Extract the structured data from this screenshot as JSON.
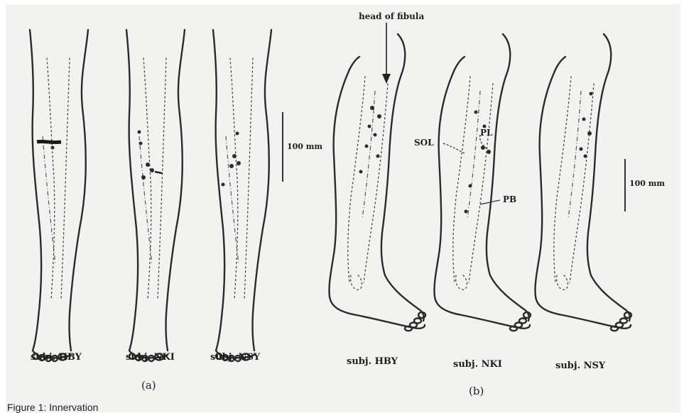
{
  "panel_a": {
    "label": "(a)",
    "subjects": [
      "subj. HBY",
      "subj. NKI",
      "subj. NSY"
    ],
    "scale_label": "100 mm"
  },
  "panel_b": {
    "label": "(b)",
    "subjects": [
      "subj. HBY",
      "subj. NKI",
      "subj. NSY"
    ],
    "scale_label": "100 mm",
    "annotations": {
      "head_of_fibula": "head of fibula",
      "sol": "SOL",
      "pl": "PL",
      "pb": "PB"
    }
  },
  "caption": "Figure 1: Innervation"
}
